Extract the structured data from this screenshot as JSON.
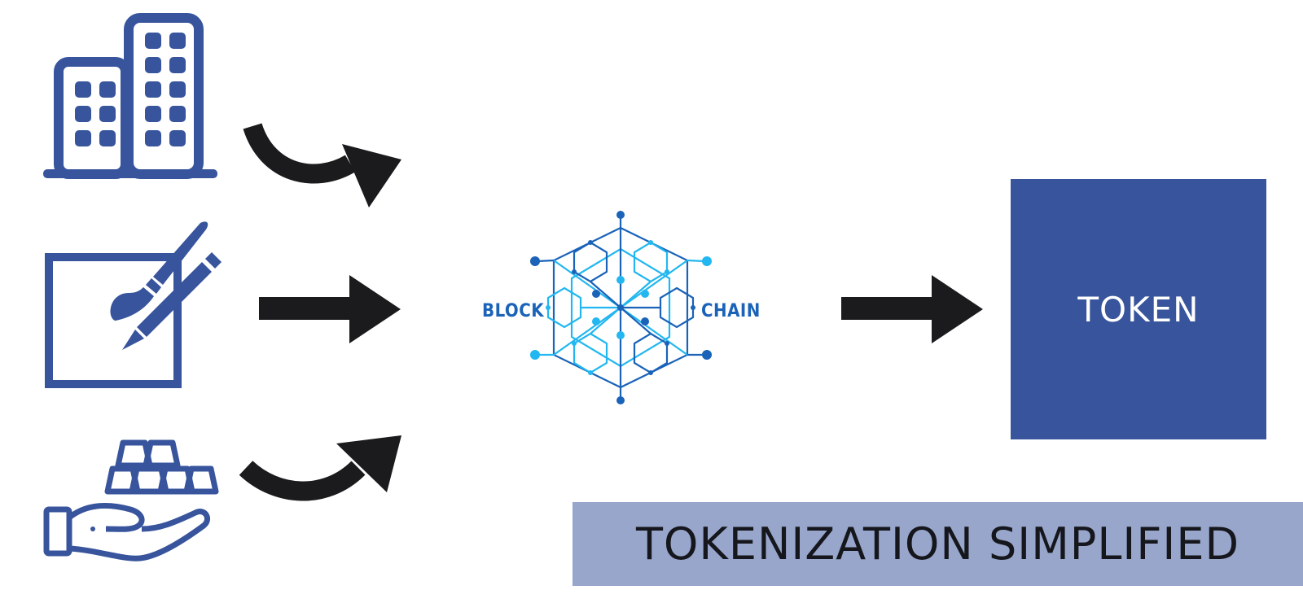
{
  "diagram": {
    "title": "TOKENIZATION SIMPLIFIED",
    "blockchain": {
      "left_word": "BLOCK",
      "right_word": "CHAIN"
    },
    "token": {
      "label": "TOKEN"
    },
    "assets": [
      {
        "icon": "buildings-icon"
      },
      {
        "icon": "art-canvas-icon"
      },
      {
        "icon": "gold-bars-in-hand-icon"
      }
    ]
  },
  "colors": {
    "icon_blue": "#37549c",
    "arrow_black": "#1b1b1d",
    "token_box": "#37549c",
    "title_banner": "#98a6cc",
    "blockchain_dark": "#1a63b8",
    "blockchain_light": "#22b7f0"
  }
}
